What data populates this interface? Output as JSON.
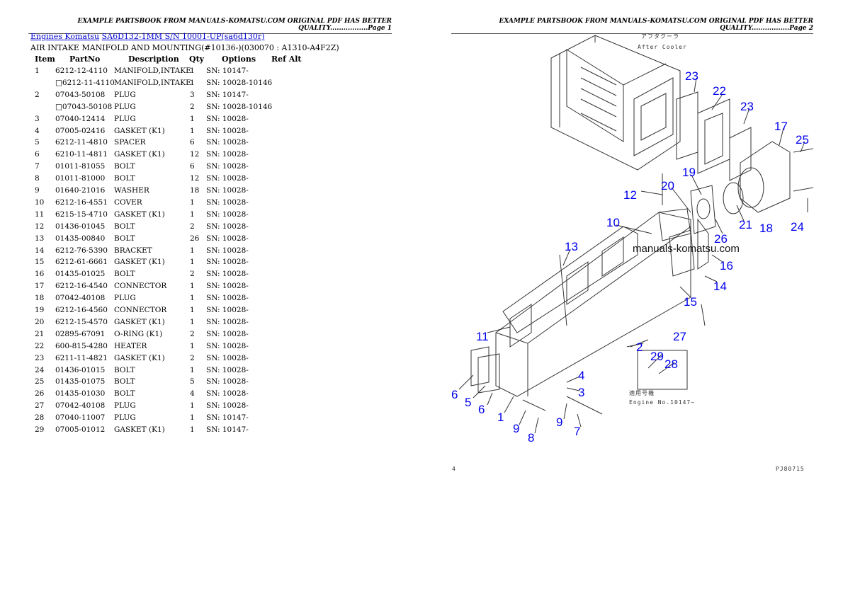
{
  "page1": {
    "header": "EXAMPLE PARTSBOOK FROM MANUALS-KOMATSU.COM ORIGINAL PDF HAS BETTER QUALITY.................Page 1",
    "breadcrumb": [
      "Engines Komatsu",
      "SA6D132-1MM S/N 10001-UP(sa6d130r)"
    ],
    "title": "AIR INTAKE MANIFOLD AND MOUNTING(#10136-)(030070 : A1310-A4F2Z)",
    "columns": [
      "Item",
      "PartNo",
      "Description",
      "Qty",
      "Options",
      "Ref Alt"
    ],
    "rows": [
      [
        "1",
        "6212-12-4110",
        "MANIFOLD,INTAKE",
        "1",
        "SN: 10147-"
      ],
      [
        "",
        "□6212-11-4110",
        "MANIFOLD,INTAKE",
        "1",
        "SN: 10028-10146"
      ],
      [
        "2",
        "07043-50108",
        "PLUG",
        "3",
        "SN: 10147-"
      ],
      [
        "",
        "□07043-50108",
        "PLUG",
        "2",
        "SN: 10028-10146"
      ],
      [
        "3",
        "07040-12414",
        "PLUG",
        "1",
        "SN: 10028-"
      ],
      [
        "4",
        "07005-02416",
        "GASKET (K1)",
        "1",
        "SN: 10028-"
      ],
      [
        "5",
        "6212-11-4810",
        "SPACER",
        "6",
        "SN: 10028-"
      ],
      [
        "6",
        "6210-11-4811",
        "GASKET (K1)",
        "12",
        "SN: 10028-"
      ],
      [
        "7",
        "01011-81055",
        "BOLT",
        "6",
        "SN: 10028-"
      ],
      [
        "8",
        "01011-81000",
        "BOLT",
        "12",
        "SN: 10028-"
      ],
      [
        "9",
        "01640-21016",
        "WASHER",
        "18",
        "SN: 10028-"
      ],
      [
        "10",
        "6212-16-4551",
        "COVER",
        "1",
        "SN: 10028-"
      ],
      [
        "11",
        "6215-15-4710",
        "GASKET (K1)",
        "1",
        "SN: 10028-"
      ],
      [
        "12",
        "01436-01045",
        "BOLT",
        "2",
        "SN: 10028-"
      ],
      [
        "13",
        "01435-00840",
        "BOLT",
        "26",
        "SN: 10028-"
      ],
      [
        "14",
        "6212-76-5390",
        "BRACKET",
        "1",
        "SN: 10028-"
      ],
      [
        "15",
        "6212-61-6661",
        "GASKET (K1)",
        "1",
        "SN: 10028-"
      ],
      [
        "16",
        "01435-01025",
        "BOLT",
        "2",
        "SN: 10028-"
      ],
      [
        "17",
        "6212-16-4540",
        "CONNECTOR",
        "1",
        "SN: 10028-"
      ],
      [
        "18",
        "07042-40108",
        "PLUG",
        "1",
        "SN: 10028-"
      ],
      [
        "19",
        "6212-16-4560",
        "CONNECTOR",
        "1",
        "SN: 10028-"
      ],
      [
        "20",
        "6212-15-4570",
        "GASKET (K1)",
        "1",
        "SN: 10028-"
      ],
      [
        "21",
        "02895-67091",
        "O-RING (K1)",
        "2",
        "SN: 10028-"
      ],
      [
        "22",
        "600-815-4280",
        "HEATER",
        "1",
        "SN: 10028-"
      ],
      [
        "23",
        "6211-11-4821",
        "GASKET (K1)",
        "2",
        "SN: 10028-"
      ],
      [
        "24",
        "01436-01015",
        "BOLT",
        "1",
        "SN: 10028-"
      ],
      [
        "25",
        "01435-01075",
        "BOLT",
        "5",
        "SN: 10028-"
      ],
      [
        "26",
        "01435-01030",
        "BOLT",
        "4",
        "SN: 10028-"
      ],
      [
        "27",
        "07042-40108",
        "PLUG",
        "1",
        "SN: 10028-"
      ],
      [
        "28",
        "07040-11007",
        "PLUG",
        "1",
        "SN: 10147-"
      ],
      [
        "29",
        "07005-01012",
        "GASKET (K1)",
        "1",
        "SN: 10147-"
      ]
    ]
  },
  "page2": {
    "header": "EXAMPLE PARTSBOOK FROM MANUALS-KOMATSU.COM ORIGINAL PDF HAS BETTER QUALITY.................Page 2",
    "diagram": {
      "label_jp": "アフタクーラ",
      "label_en": "After Cooler",
      "applicable_jp": "適用号機",
      "engine_no": "Engine No.10147~",
      "watermark": "manuals-komatsu.com",
      "figure_code": "PJ80715",
      "callout_color": "#0000ee",
      "callouts": [
        "23",
        "22",
        "23",
        "17",
        "25",
        "19",
        "12",
        "20",
        "10",
        "21",
        "18",
        "24",
        "26",
        "13",
        "16",
        "14",
        "15",
        "11",
        "27",
        "2",
        "29",
        "28",
        "4",
        "3",
        "6",
        "5",
        "6",
        "1",
        "9",
        "9",
        "8",
        "7"
      ]
    }
  }
}
